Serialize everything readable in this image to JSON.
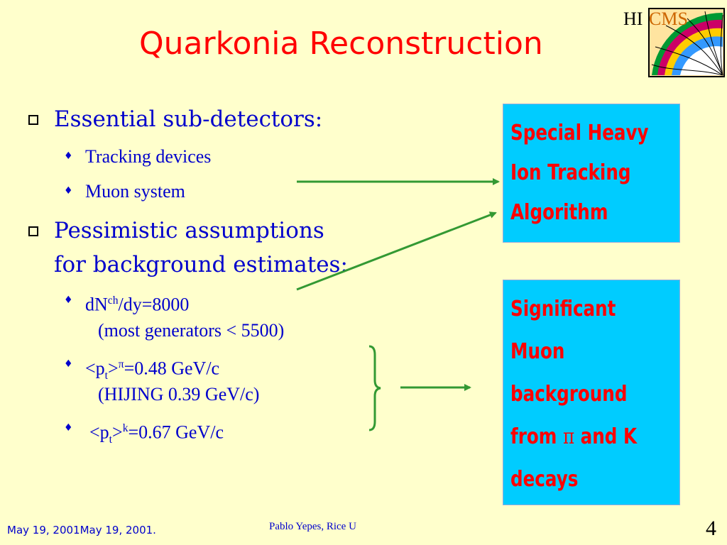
{
  "slide": {
    "title": "Quarkonia Reconstruction",
    "bullets": {
      "b1": "Essential sub-detectors:",
      "b1_sub1": "Tracking devices",
      "b1_sub2": "Muon system",
      "b2_line1": "Pessimistic assumptions",
      "b2_line2": "for background estimates:",
      "s1_pre": "dN",
      "s1_sup": "ch",
      "s1_post": "/dy=8000",
      "s1_line2": "(most generators < 5500)",
      "s2_pre": "<p",
      "s2_sub": "t",
      "s2_mid": ">",
      "s2_sup": "π",
      "s2_post": "=0.48 GeV/c",
      "s2_line2": "(HIJING 0.39 GeV/c)",
      "s3_pre": "<p",
      "s3_sub": "t",
      "s3_mid": ">",
      "s3_sup": "k",
      "s3_post": "=0.67 GeV/c"
    },
    "box_top": {
      "line1": "Special Heavy",
      "line2": "Ion Tracking",
      "line3": "Algorithm"
    },
    "box_bottom": {
      "line1": "Significant",
      "line2": "Muon",
      "line3": "background",
      "line4_pre": "from ",
      "line4_pi": "π",
      "line4_post": " and K",
      "line5": "decays"
    },
    "logo": {
      "hi": "HI",
      "cms": "CMS"
    },
    "footer": {
      "date": "May 19, 2001May 19, 2001.",
      "author": "Pablo Yepes, Rice U",
      "page": "4"
    }
  },
  "colors": {
    "background": "#FFFFCC",
    "title": "#FF0000",
    "text": "#0000CC",
    "box": "#00CCFF",
    "box_text": "#FF0000",
    "arrow": "#339933"
  }
}
